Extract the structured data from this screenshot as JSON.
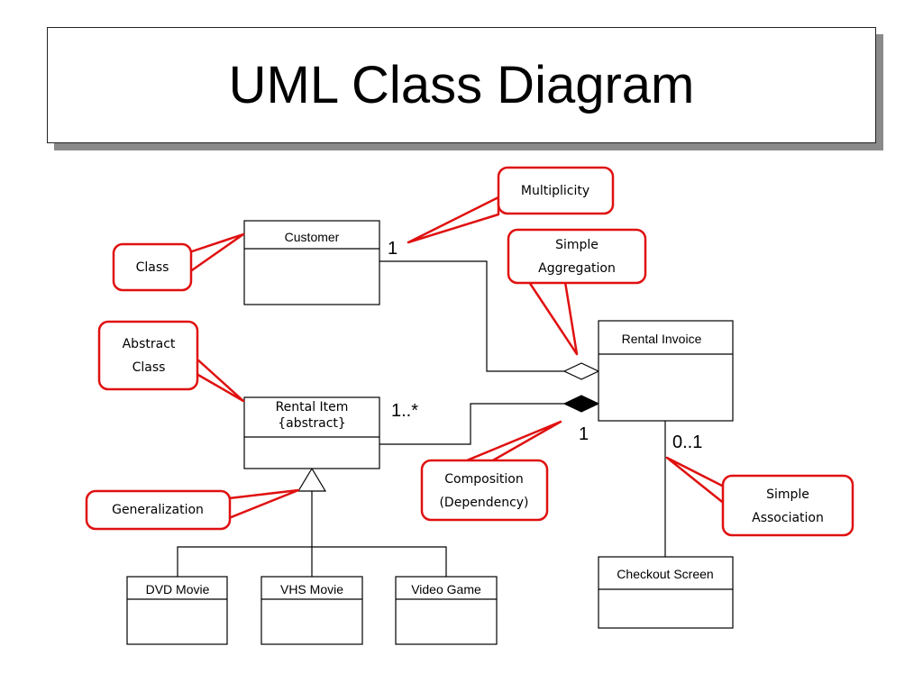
{
  "title": "UML Class Diagram",
  "classes": {
    "customer": "Customer",
    "rental_item_line1": "Rental Item",
    "rental_item_line2": "{abstract}",
    "rental_invoice": "Rental Invoice",
    "checkout_screen": "Checkout Screen",
    "dvd_movie": "DVD Movie",
    "vhs_movie": "VHS Movie",
    "video_game": "Video Game"
  },
  "multiplicities": {
    "customer_end": "1",
    "rental_item_end": "1..*",
    "invoice_composition_end": "1",
    "invoice_association_end": "0..1"
  },
  "callouts": {
    "multiplicity": "Multiplicity",
    "class": "Class",
    "simple_aggregation_line1": "Simple",
    "simple_aggregation_line2": "Aggregation",
    "abstract_class_line1": "Abstract",
    "abstract_class_line2": "Class",
    "composition_line1": "Composition",
    "composition_line2": "(Dependency)",
    "generalization": "Generalization",
    "simple_association_line1": "Simple",
    "simple_association_line2": "Association"
  },
  "colors": {
    "callout_border": "#e01010",
    "line": "#000000",
    "title_shadow": "#8a8a8a"
  }
}
